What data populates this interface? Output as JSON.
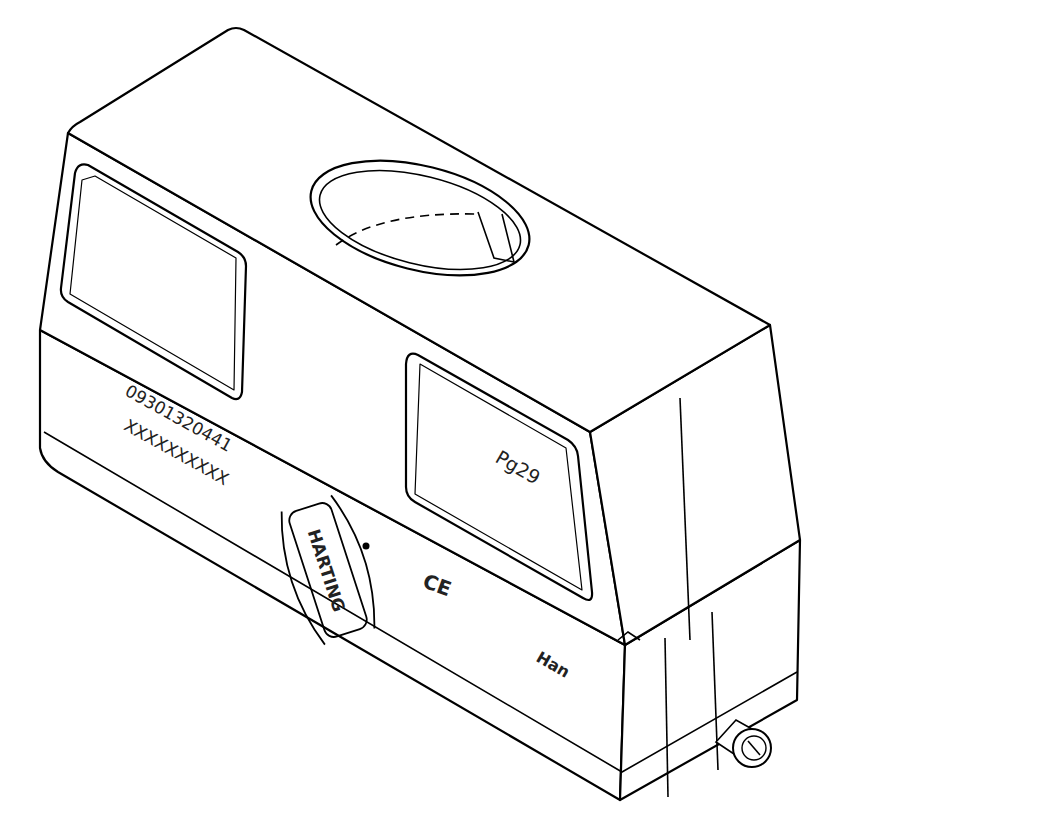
{
  "diagram": {
    "labels": [
      "09301320441",
      "XXXXXXXXXX",
      "Pg29",
      "HARTING",
      "CE",
      "Han"
    ]
  }
}
